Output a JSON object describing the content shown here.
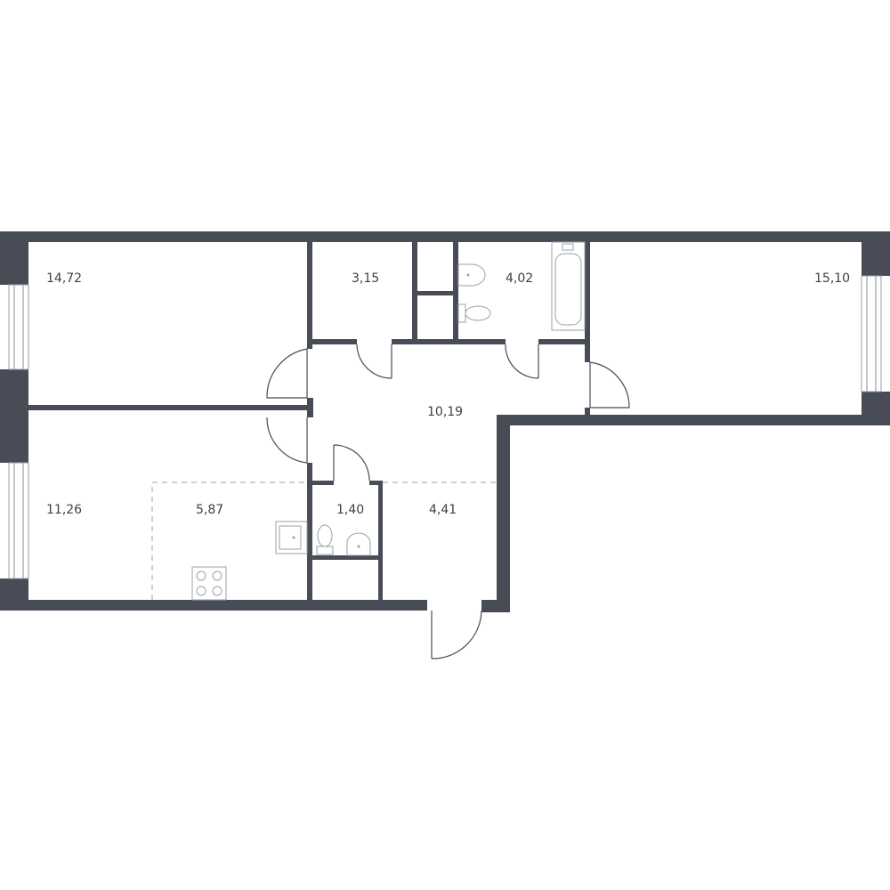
{
  "rooms": {
    "bedroom_top_left": {
      "area": "14,72"
    },
    "storage_top": {
      "area": "3,15"
    },
    "bathroom": {
      "area": "4,02"
    },
    "bedroom_right": {
      "area": "15,10"
    },
    "hallway": {
      "area": "10,19"
    },
    "room_bottom_left": {
      "area": "11,26"
    },
    "kitchen": {
      "area": "5,87"
    },
    "wc": {
      "area": "1,40"
    },
    "entrance": {
      "area": "4,41"
    }
  },
  "colors": {
    "wall": "#474c56",
    "fixture": "#9aa0a8",
    "label": "#3b3f47"
  }
}
